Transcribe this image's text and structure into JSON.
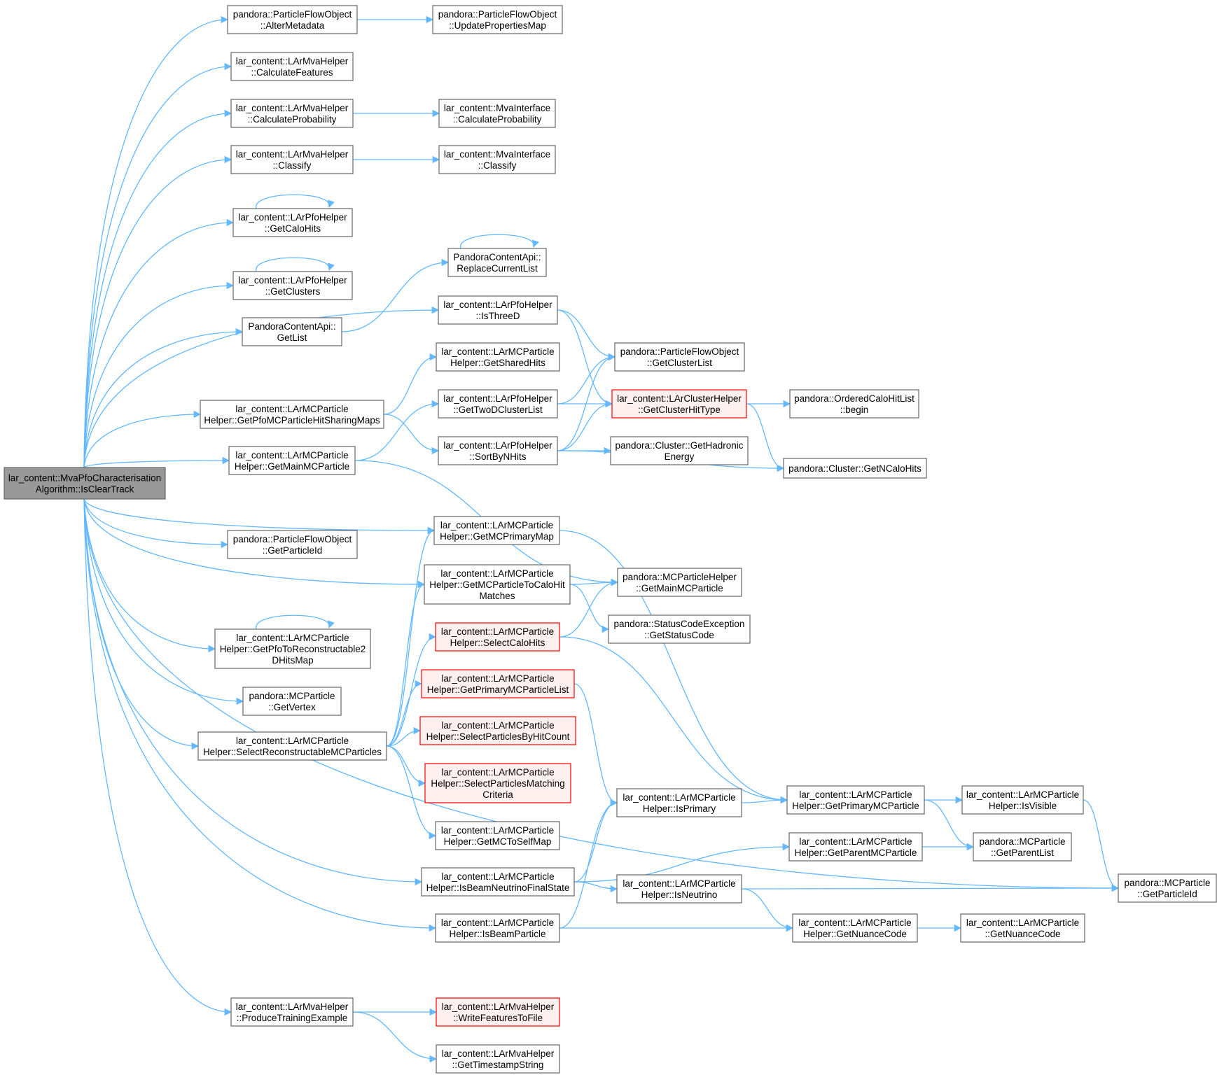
{
  "diagram": {
    "nodes": [
      {
        "id": "root",
        "lines": [
          "lar_content::MvaPfoCharacterisation",
          "Algorithm::IsClearTrack"
        ],
        "style": "root"
      },
      {
        "id": "alterMetadata",
        "lines": [
          "pandora::ParticleFlowObject",
          "::AlterMetadata"
        ]
      },
      {
        "id": "updatePropertiesMap",
        "lines": [
          "pandora::ParticleFlowObject",
          "::UpdatePropertiesMap"
        ]
      },
      {
        "id": "calculateFeatures",
        "lines": [
          "lar_content::LArMvaHelper",
          "::CalculateFeatures"
        ]
      },
      {
        "id": "calculateProbability",
        "lines": [
          "lar_content::LArMvaHelper",
          "::CalculateProbability"
        ]
      },
      {
        "id": "mvaCalculateProbability",
        "lines": [
          "lar_content::MvaInterface",
          "::CalculateProbability"
        ]
      },
      {
        "id": "classify",
        "lines": [
          "lar_content::LArMvaHelper",
          "::Classify"
        ]
      },
      {
        "id": "mvaClassify",
        "lines": [
          "lar_content::MvaInterface",
          "::Classify"
        ]
      },
      {
        "id": "getCaloHits",
        "lines": [
          "lar_content::LArPfoHelper",
          "::GetCaloHits"
        ]
      },
      {
        "id": "replaceCurrentList",
        "lines": [
          "PandoraContentApi::",
          "ReplaceCurrentList"
        ]
      },
      {
        "id": "getClusters",
        "lines": [
          "lar_content::LArPfoHelper",
          "::GetClusters"
        ]
      },
      {
        "id": "isThreeD",
        "lines": [
          "lar_content::LArPfoHelper",
          "::IsThreeD"
        ]
      },
      {
        "id": "getList",
        "lines": [
          "PandoraContentApi::",
          "GetList"
        ]
      },
      {
        "id": "getClusterList",
        "lines": [
          "pandora::ParticleFlowObject",
          "::GetClusterList"
        ]
      },
      {
        "id": "getSharedHits",
        "lines": [
          "lar_content::LArMCParticle",
          "Helper::GetSharedHits"
        ]
      },
      {
        "id": "getClusterHitType",
        "lines": [
          "lar_content::LArClusterHelper",
          "::GetClusterHitType"
        ],
        "style": "trunc"
      },
      {
        "id": "begin",
        "lines": [
          "pandora::OrderedCaloHitList",
          "::begin"
        ]
      },
      {
        "id": "getPfoMCParticleHitSharingMaps",
        "lines": [
          "lar_content::LArMCParticle",
          "Helper::GetPfoMCParticleHitSharingMaps"
        ]
      },
      {
        "id": "getTwoDClusterList",
        "lines": [
          "lar_content::LArPfoHelper",
          "::GetTwoDClusterList"
        ]
      },
      {
        "id": "sortByNHits",
        "lines": [
          "lar_content::LArPfoHelper",
          "::SortByNHits"
        ]
      },
      {
        "id": "getHadronicEnergy",
        "lines": [
          "pandora::Cluster::GetHadronic",
          "Energy"
        ]
      },
      {
        "id": "getMainMCParticle",
        "lines": [
          "lar_content::LArMCParticle",
          "Helper::GetMainMCParticle"
        ]
      },
      {
        "id": "getNCaloHits",
        "lines": [
          "pandora::Cluster::GetNCaloHits"
        ]
      },
      {
        "id": "getMCPrimaryMap",
        "lines": [
          "lar_content::LArMCParticle",
          "Helper::GetMCPrimaryMap"
        ]
      },
      {
        "id": "getParticleIdPfo",
        "lines": [
          "pandora::ParticleFlowObject",
          "::GetParticleId"
        ]
      },
      {
        "id": "getMCParticleToCaloHitMatches",
        "lines": [
          "lar_content::LArMCParticle",
          "Helper::GetMCParticleToCaloHit",
          "Matches"
        ]
      },
      {
        "id": "pandoraGetMainMCParticle",
        "lines": [
          "pandora::MCParticleHelper",
          "::GetMainMCParticle"
        ]
      },
      {
        "id": "getStatusCode",
        "lines": [
          "pandora::StatusCodeException",
          "::GetStatusCode"
        ]
      },
      {
        "id": "selectCaloHits",
        "lines": [
          "lar_content::LArMCParticle",
          "Helper::SelectCaloHits"
        ],
        "style": "trunc"
      },
      {
        "id": "getPfoToReconstructable2DHitsMap",
        "lines": [
          "lar_content::LArMCParticle",
          "Helper::GetPfoToReconstructable2",
          "DHitsMap"
        ]
      },
      {
        "id": "getPrimaryMCParticleList",
        "lines": [
          "lar_content::LArMCParticle",
          "Helper::GetPrimaryMCParticleList"
        ],
        "style": "trunc"
      },
      {
        "id": "getVertex",
        "lines": [
          "pandora::MCParticle",
          "::GetVertex"
        ]
      },
      {
        "id": "selectReconstructableMCParticles",
        "lines": [
          "lar_content::LArMCParticle",
          "Helper::SelectReconstructableMCParticles"
        ]
      },
      {
        "id": "selectParticlesByHitCount",
        "lines": [
          "lar_content::LArMCParticle",
          "Helper::SelectParticlesByHitCount"
        ],
        "style": "trunc"
      },
      {
        "id": "selectParticlesMatchingCriteria",
        "lines": [
          "lar_content::LArMCParticle",
          "Helper::SelectParticlesMatching",
          "Criteria"
        ],
        "style": "trunc"
      },
      {
        "id": "isPrimary",
        "lines": [
          "lar_content::LArMCParticle",
          "Helper::IsPrimary"
        ]
      },
      {
        "id": "getPrimaryMCParticle",
        "lines": [
          "lar_content::LArMCParticle",
          "Helper::GetPrimaryMCParticle"
        ]
      },
      {
        "id": "isVisible",
        "lines": [
          "lar_content::LArMCParticle",
          "Helper::IsVisible"
        ]
      },
      {
        "id": "getMCToSelfMap",
        "lines": [
          "lar_content::LArMCParticle",
          "Helper::GetMCToSelfMap"
        ]
      },
      {
        "id": "getParentMCParticle",
        "lines": [
          "lar_content::LArMCParticle",
          "Helper::GetParentMCParticle"
        ]
      },
      {
        "id": "getParentList",
        "lines": [
          "pandora::MCParticle",
          "::GetParentList"
        ]
      },
      {
        "id": "isBeamNeutrinoFinalState",
        "lines": [
          "lar_content::LArMCParticle",
          "Helper::IsBeamNeutrinoFinalState"
        ]
      },
      {
        "id": "isNeutrino",
        "lines": [
          "lar_content::LArMCParticle",
          "Helper::IsNeutrino"
        ]
      },
      {
        "id": "getParticleIdMC",
        "lines": [
          "pandora::MCParticle",
          "::GetParticleId"
        ]
      },
      {
        "id": "isBeamParticle",
        "lines": [
          "lar_content::LArMCParticle",
          "Helper::IsBeamParticle"
        ]
      },
      {
        "id": "getNuanceCodeHelper",
        "lines": [
          "lar_content::LArMCParticle",
          "Helper::GetNuanceCode"
        ]
      },
      {
        "id": "getNuanceCode",
        "lines": [
          "lar_content::LArMCParticle",
          "::GetNuanceCode"
        ]
      },
      {
        "id": "produceTrainingExample",
        "lines": [
          "lar_content::LArMvaHelper",
          "::ProduceTrainingExample"
        ]
      },
      {
        "id": "writeFeaturesToFile",
        "lines": [
          "lar_content::LArMvaHelper",
          "::WriteFeaturesToFile"
        ],
        "style": "trunc"
      },
      {
        "id": "getTimestampString",
        "lines": [
          "lar_content::LArMvaHelper",
          "::GetTimestampString"
        ]
      }
    ],
    "edges": [
      [
        "root",
        "alterMetadata"
      ],
      [
        "root",
        "calculateFeatures"
      ],
      [
        "root",
        "calculateProbability"
      ],
      [
        "root",
        "classify"
      ],
      [
        "root",
        "getCaloHits"
      ],
      [
        "root",
        "getClusters"
      ],
      [
        "root",
        "getList"
      ],
      [
        "root",
        "isThreeD"
      ],
      [
        "root",
        "getPfoMCParticleHitSharingMaps"
      ],
      [
        "root",
        "getMainMCParticle"
      ],
      [
        "root",
        "getMCPrimaryMap"
      ],
      [
        "root",
        "getParticleIdPfo"
      ],
      [
        "root",
        "getMCParticleToCaloHitMatches"
      ],
      [
        "root",
        "getPfoToReconstructable2DHitsMap"
      ],
      [
        "root",
        "getVertex"
      ],
      [
        "root",
        "selectReconstructableMCParticles"
      ],
      [
        "root",
        "isBeamNeutrinoFinalState"
      ],
      [
        "root",
        "isBeamParticle"
      ],
      [
        "root",
        "getParticleIdMC"
      ],
      [
        "root",
        "produceTrainingExample"
      ],
      [
        "alterMetadata",
        "updatePropertiesMap"
      ],
      [
        "calculateProbability",
        "mvaCalculateProbability"
      ],
      [
        "classify",
        "mvaClassify"
      ],
      [
        "getCaloHits",
        "getCaloHits"
      ],
      [
        "getClusters",
        "getClusters"
      ],
      [
        "getList",
        "replaceCurrentList"
      ],
      [
        "replaceCurrentList",
        "replaceCurrentList"
      ],
      [
        "isThreeD",
        "getClusterList"
      ],
      [
        "isThreeD",
        "getClusterHitType"
      ],
      [
        "getPfoMCParticleHitSharingMaps",
        "getSharedHits"
      ],
      [
        "getPfoMCParticleHitSharingMaps",
        "sortByNHits"
      ],
      [
        "getMainMCParticle",
        "getTwoDClusterList"
      ],
      [
        "getMainMCParticle",
        "pandoraGetMainMCParticle"
      ],
      [
        "getTwoDClusterList",
        "getClusterList"
      ],
      [
        "getTwoDClusterList",
        "getClusterHitType"
      ],
      [
        "sortByNHits",
        "getClusterList"
      ],
      [
        "sortByNHits",
        "getClusterHitType"
      ],
      [
        "sortByNHits",
        "getHadronicEnergy"
      ],
      [
        "sortByNHits",
        "getNCaloHits"
      ],
      [
        "getClusterHitType",
        "begin"
      ],
      [
        "getClusterHitType",
        "getNCaloHits"
      ],
      [
        "getMCPrimaryMap",
        "getPrimaryMCParticle"
      ],
      [
        "getMCParticleToCaloHitMatches",
        "pandoraGetMainMCParticle"
      ],
      [
        "getMCParticleToCaloHitMatches",
        "getStatusCode"
      ],
      [
        "selectCaloHits",
        "pandoraGetMainMCParticle"
      ],
      [
        "selectCaloHits",
        "getPrimaryMCParticle"
      ],
      [
        "getPfoToReconstructable2DHitsMap",
        "getPfoToReconstructable2DHitsMap"
      ],
      [
        "selectReconstructableMCParticles",
        "getMCPrimaryMap"
      ],
      [
        "selectReconstructableMCParticles",
        "getMCParticleToCaloHitMatches"
      ],
      [
        "selectReconstructableMCParticles",
        "selectCaloHits"
      ],
      [
        "selectReconstructableMCParticles",
        "getPrimaryMCParticleList"
      ],
      [
        "selectReconstructableMCParticles",
        "selectParticlesByHitCount"
      ],
      [
        "selectReconstructableMCParticles",
        "selectParticlesMatchingCriteria"
      ],
      [
        "selectReconstructableMCParticles",
        "getMCToSelfMap"
      ],
      [
        "getPrimaryMCParticleList",
        "isPrimary"
      ],
      [
        "isPrimary",
        "getPrimaryMCParticle"
      ],
      [
        "getPrimaryMCParticle",
        "isVisible"
      ],
      [
        "getPrimaryMCParticle",
        "getParentList"
      ],
      [
        "isVisible",
        "getParticleIdMC"
      ],
      [
        "getParentMCParticle",
        "getParentList"
      ],
      [
        "isBeamNeutrinoFinalState",
        "isPrimary"
      ],
      [
        "isBeamNeutrinoFinalState",
        "getParentMCParticle"
      ],
      [
        "isBeamNeutrinoFinalState",
        "isNeutrino"
      ],
      [
        "isNeutrino",
        "getParticleIdMC"
      ],
      [
        "isNeutrino",
        "getNuanceCodeHelper"
      ],
      [
        "isBeamParticle",
        "isPrimary"
      ],
      [
        "isBeamParticle",
        "getNuanceCodeHelper"
      ],
      [
        "getNuanceCodeHelper",
        "getNuanceCode"
      ],
      [
        "produceTrainingExample",
        "writeFeaturesToFile"
      ],
      [
        "produceTrainingExample",
        "getTimestampString"
      ]
    ],
    "colors": {
      "edge": "#63b8ff",
      "node_border": "#666666",
      "root_fill": "#999999",
      "truncated_border": "#ff0000",
      "truncated_fill": "#fff0f0"
    }
  }
}
